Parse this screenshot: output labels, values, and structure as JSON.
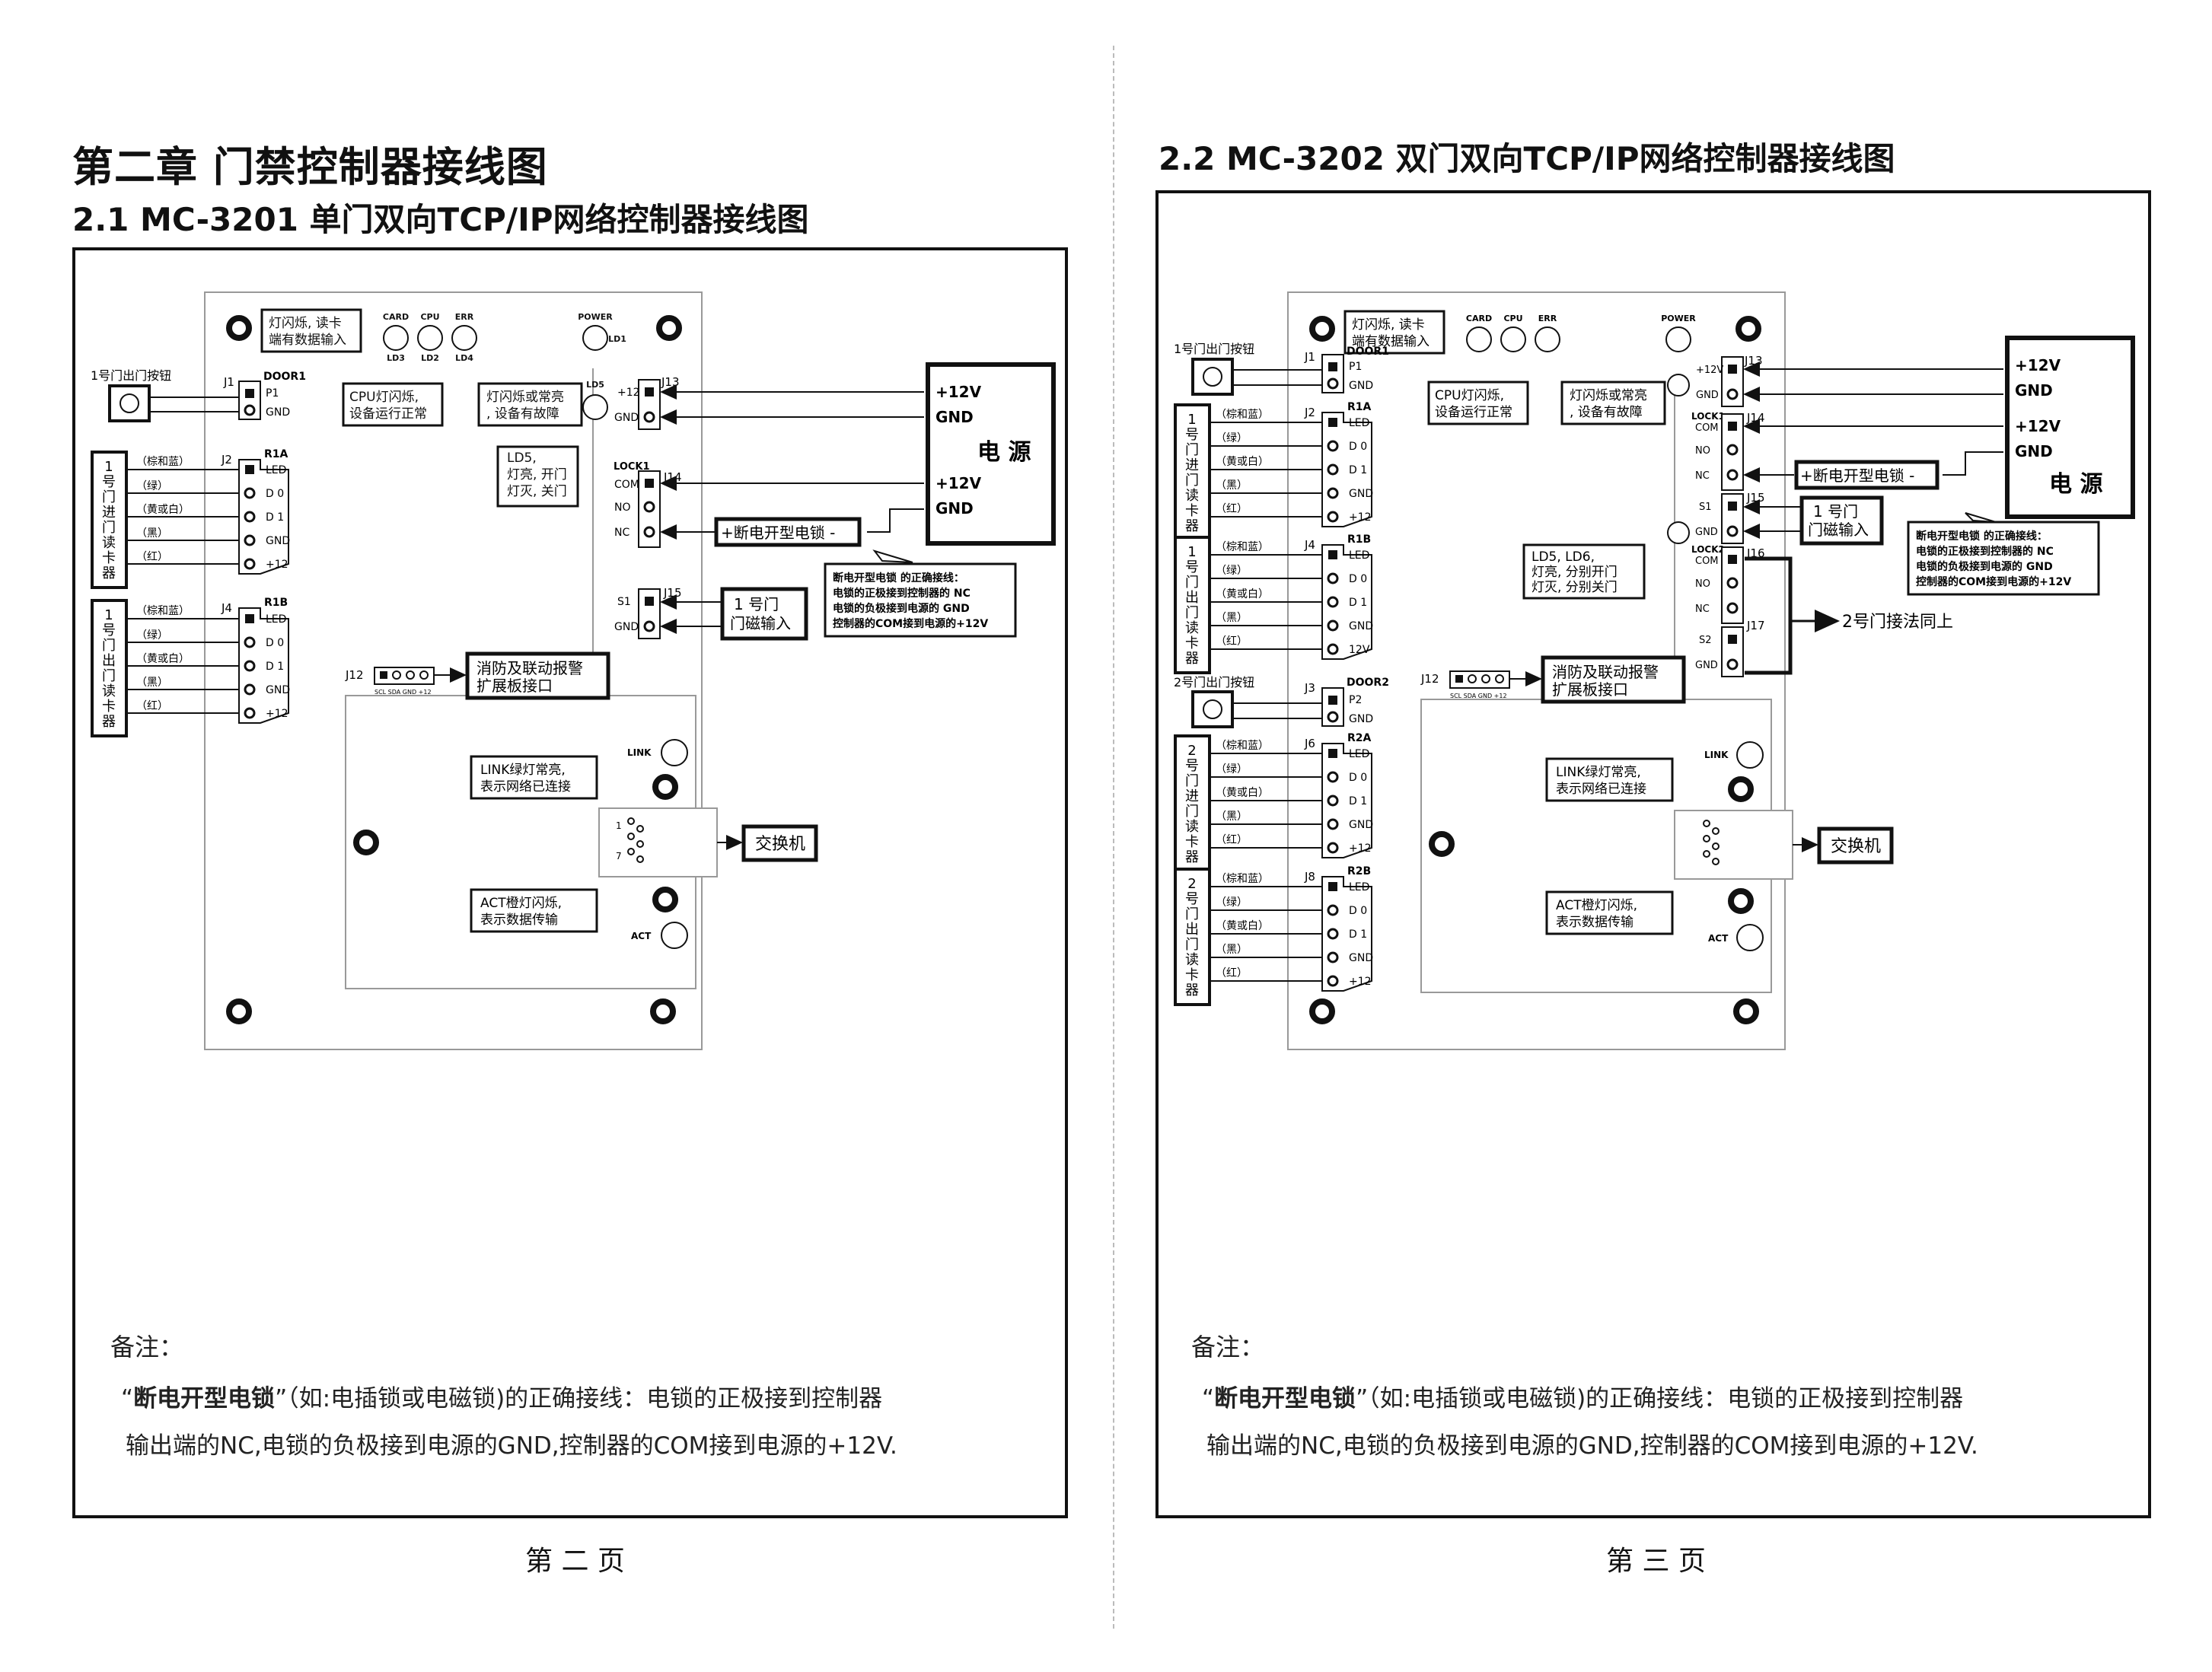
{
  "chapter_title": "第二章 门禁控制器接线图",
  "left": {
    "section_title": "2.1 MC-3201 单门双向TCP/IP网络控制器接线图",
    "page_number": "第 二 页",
    "diagram": {
      "leds_tip": [
        "灯闪烁, 读卡",
        "端有数据输入"
      ],
      "led_labels": [
        "CARD",
        "CPU",
        "ERR",
        "POWER"
      ],
      "led_ids": [
        "LD3",
        "LD2",
        "LD4",
        "LD1",
        "LD5"
      ],
      "cpu_tip": [
        "CPU灯闪烁,",
        "设备运行正常"
      ],
      "err_tip": [
        "灯闪烁或常亮",
        ", 设备有故障"
      ],
      "ld5_tip": [
        "LD5,",
        "灯亮, 开门",
        "灯灭, 关门"
      ],
      "exit_button": "1号门出门按钮",
      "door_header": "DOOR1",
      "p1": "P1",
      "gnd": "GND",
      "j1": "J1",
      "j2": "J2",
      "j4": "J4",
      "j12": "J12",
      "j13": "J13",
      "j14": "J14",
      "j15": "J15",
      "r1a": "R1A",
      "r1b": "R1B",
      "lock1": "LOCK1",
      "reader_pins": [
        "LED",
        "D 0",
        "D 1",
        "GND",
        "+12"
      ],
      "wire_colors": [
        "（棕和蓝）",
        "（绿）",
        "（黄或白）",
        "（黑）",
        "（红）"
      ],
      "reader_in": [
        "1",
        "号",
        "门",
        "进",
        "门",
        "读",
        "卡",
        "器"
      ],
      "reader_out": [
        "1",
        "号",
        "门",
        "出",
        "门",
        "读",
        "卡",
        "器"
      ],
      "j13_pins": [
        "+12",
        "GND"
      ],
      "lock_pins": [
        "COM",
        "NO",
        "NC"
      ],
      "j15_pins": [
        "S1",
        "GND"
      ],
      "psu_lines": [
        "+12V",
        "GND",
        "+12V",
        "GND"
      ],
      "psu_title": "电 源",
      "lock_box": "+断电开型电锁 -",
      "sensor_box": [
        "1 号门",
        "门磁输入"
      ],
      "wiring_note": [
        "断电开型电锁 的正确接线：",
        "电锁的正极接到控制器的 NC",
        "电锁的负极接到电源的 GND",
        "控制器的COM接到电源的+12V"
      ],
      "alarm_box": [
        "消防及联动报警",
        "扩展板接口"
      ],
      "j12_pins": "SCL SDA GND +12",
      "link_tip": [
        "LINK绿灯常亮,",
        "表示网络已连接"
      ],
      "act_tip": [
        "ACT橙灯闪烁,",
        "表示数据传输"
      ],
      "link": "LINK",
      "act": "ACT",
      "switch_box": "交换机",
      "rj_pins": [
        "1",
        "7"
      ]
    },
    "remark_title": "备注：",
    "remark_bold": "断电开型电锁",
    "remark_line1": "（如:电插锁或电磁锁)的正确接线：电锁的正极接到控制器",
    "remark_line2": "输出端的NC,电锁的负极接到电源的GND,控制器的COM接到电源的+12V."
  },
  "right": {
    "section_title": "2.2  MC-3202 双门双向TCP/IP网络控制器接线图",
    "page_number": "第 三 页",
    "diagram": {
      "exit_button_1": "1号门出门按钮",
      "exit_button_2": "2号门出门按钮",
      "door1": "DOOR1",
      "door2": "DOOR2",
      "p1": "P1",
      "p2": "P2",
      "gnd": "GND",
      "j1": "J1",
      "j2": "J2",
      "j3": "J3",
      "j4": "J4",
      "j6": "J6",
      "j8": "J8",
      "j12": "J12",
      "j13": "J13",
      "j14": "J14",
      "j15": "J15",
      "j16": "J16",
      "j17": "J17",
      "r1a": "R1A",
      "r1b": "R1B",
      "r2a": "R2A",
      "r2b": "R2B",
      "lock1": "LOCK1",
      "lock2": "LOCK2",
      "reader_pins": [
        "LED",
        "D 0",
        "D 1",
        "GND",
        "+12"
      ],
      "reader_pins_b": [
        "LED",
        "D 0",
        "D 1",
        "GND",
        "12V"
      ],
      "wire_colors": [
        "（棕和蓝）",
        "（绿）",
        "（黄或白）",
        "（黑）",
        "（红）"
      ],
      "reader1_in": [
        "1",
        "号",
        "门",
        "进",
        "门",
        "读",
        "卡",
        "器"
      ],
      "reader1_out": [
        "1",
        "号",
        "门",
        "出",
        "门",
        "读",
        "卡",
        "器"
      ],
      "reader2_in": [
        "2",
        "号",
        "门",
        "进",
        "门",
        "读",
        "卡",
        "器"
      ],
      "reader2_out": [
        "2",
        "号",
        "门",
        "出",
        "门",
        "读",
        "卡",
        "器"
      ],
      "leds_tip": [
        "灯闪烁, 读卡",
        "端有数据输入"
      ],
      "cpu_tip": [
        "CPU灯闪烁,",
        "设备运行正常"
      ],
      "err_tip": [
        "灯闪烁或常亮",
        ", 设备有故障"
      ],
      "ld_tip": [
        "LD5, LD6,",
        "灯亮, 分别开门",
        "灯灭, 分别关门"
      ],
      "j13_pins": [
        "+12V",
        "GND"
      ],
      "lock_pins": [
        "COM",
        "NO",
        "NC"
      ],
      "j15_pins": [
        "S1",
        "GND"
      ],
      "j17_pins": [
        "S2",
        "GND"
      ],
      "psu_lines": [
        "+12V",
        "GND",
        "+12V",
        "GND"
      ],
      "psu_title": "电 源",
      "lock_box": "+断电开型电锁 -",
      "sensor_box": [
        "1 号门",
        "门磁输入"
      ],
      "door2_same": "2号门接法同上",
      "wiring_note": [
        "断电开型电锁 的正确接线：",
        "电锁的正极接到控制器的 NC",
        "电锁的负极接到电源的 GND",
        "控制器的COM接到电源的+12V"
      ],
      "alarm_box": [
        "消防及联动报警",
        "扩展板接口"
      ],
      "link_tip": [
        "LINK绿灯常亮,",
        "表示网络已连接"
      ],
      "act_tip": [
        "ACT橙灯闪烁,",
        "表示数据传输"
      ],
      "link": "LINK",
      "act": "ACT",
      "switch_box": "交换机"
    },
    "remark_title": "备注：",
    "remark_bold": "断电开型电锁",
    "remark_line1": "（如:电插锁或电磁锁)的正确接线：电锁的正极接到控制器",
    "remark_line2": "输出端的NC,电锁的负极接到电源的GND,控制器的COM接到电源的+12V."
  }
}
